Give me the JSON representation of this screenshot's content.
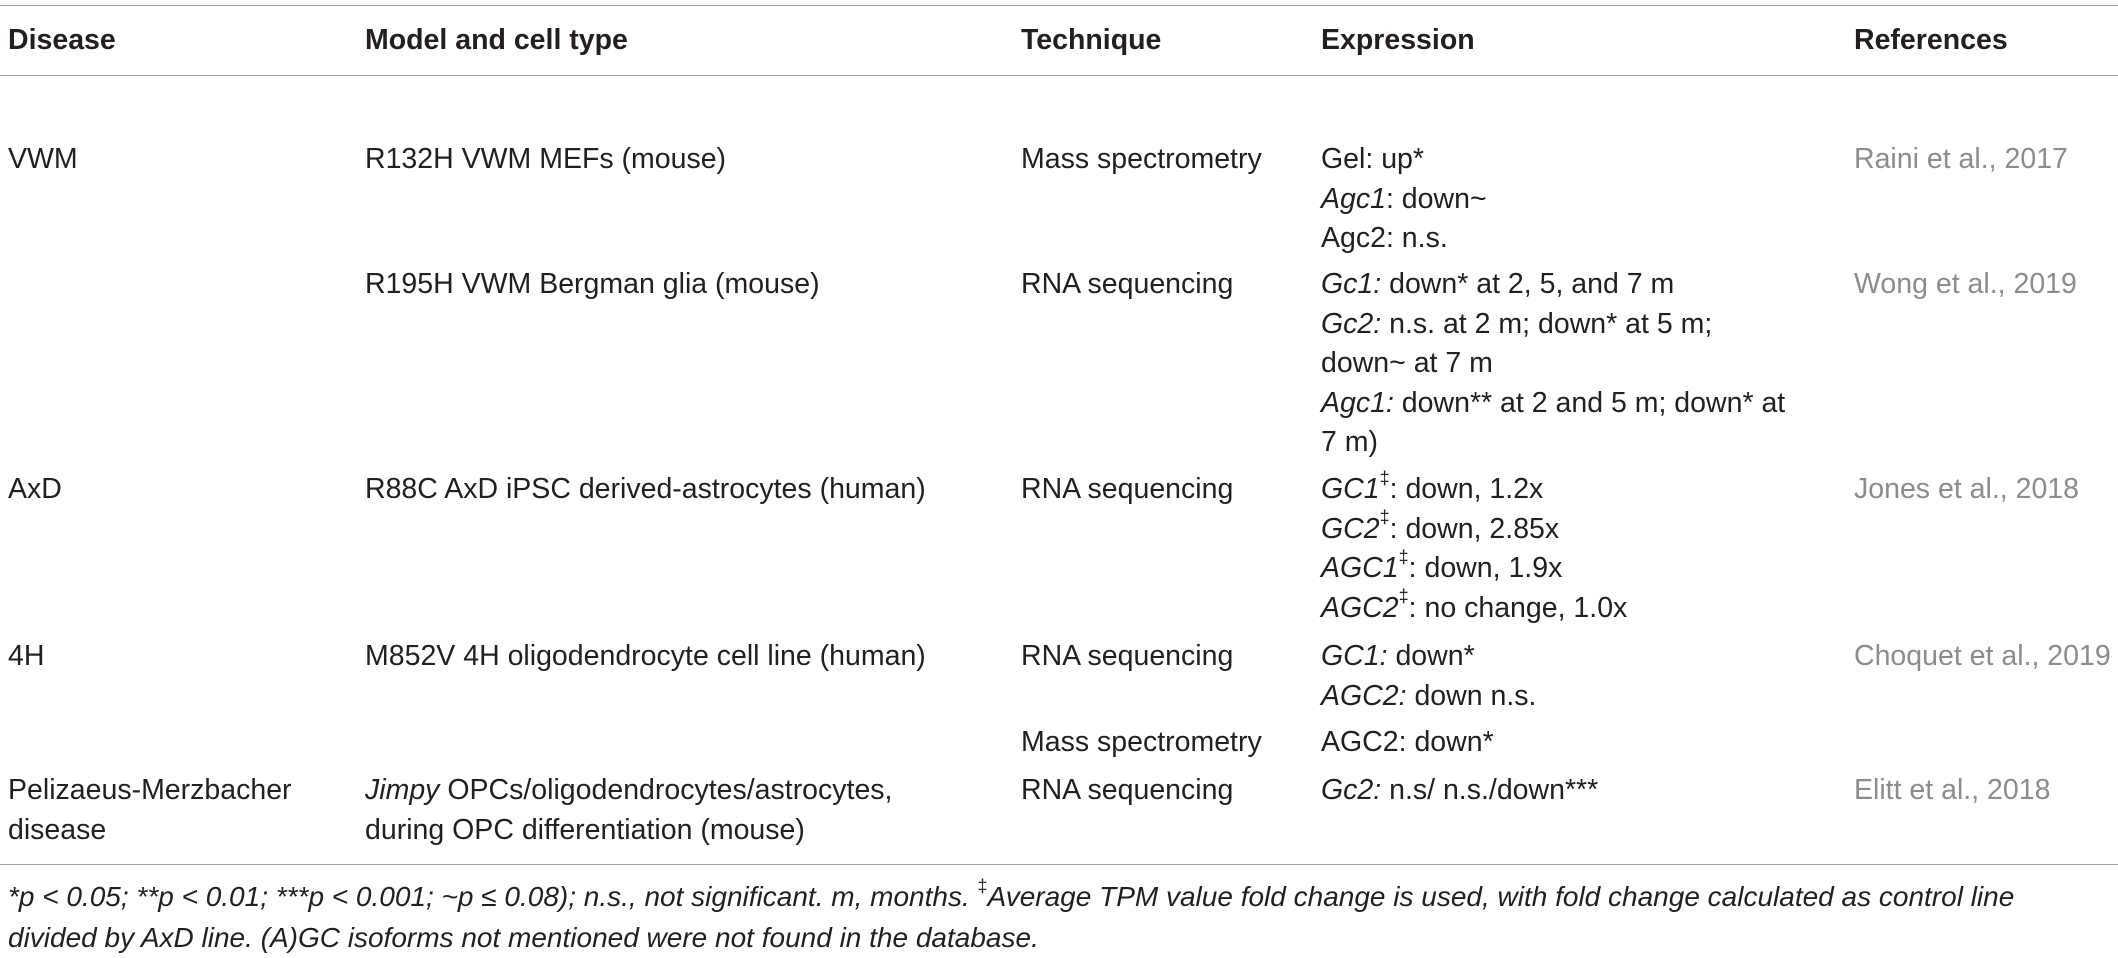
{
  "headers": {
    "disease": "Disease",
    "model": "Model and cell type",
    "technique": "Technique",
    "expression": "Expression",
    "references": "References"
  },
  "rows": [
    {
      "disease": "VWM",
      "model": "R132H VWM MEFs (mouse)",
      "technique": "Mass spectrometry",
      "expr": [
        {
          "gene": "Gel",
          "rest": ": up*",
          "gene_italic": false
        },
        {
          "gene": "Agc1",
          "rest": ": down~",
          "gene_italic": true
        },
        {
          "gene": "Agc2",
          "rest": ": n.s.",
          "gene_italic": false
        }
      ],
      "reference": "Raini et al., 2017"
    },
    {
      "disease": "",
      "model": "R195H VWM Bergman glia (mouse)",
      "technique": "RNA sequencing",
      "expr": [
        {
          "gene": "Gc1:",
          "rest": " down* at 2, 5, and 7 m",
          "gene_italic": true
        },
        {
          "gene": "Gc2:",
          "rest": " n.s. at 2 m; down* at 5 m;",
          "gene_italic": true
        },
        {
          "gene": "",
          "rest": "down~ at 7 m",
          "gene_italic": false
        },
        {
          "gene": "Agc1:",
          "rest": " down** at 2 and 5 m; down* at",
          "gene_italic": true
        },
        {
          "gene": "",
          "rest": "7 m)",
          "gene_italic": false
        }
      ],
      "reference": "Wong et al., 2019"
    },
    {
      "disease": "AxD",
      "model": "R88C AxD iPSC derived-astrocytes (human)",
      "technique": "RNA sequencing",
      "expr": [
        {
          "gene": "GC1",
          "sup": "‡",
          "rest": ": down, 1.2x"
        },
        {
          "gene": "GC2",
          "sup": "‡",
          "rest": ": down, 2.85x"
        },
        {
          "gene": "AGC1",
          "sup": "‡",
          "rest": ": down, 1.9x"
        },
        {
          "gene": "AGC2",
          "sup": "‡",
          "rest": ": no change, 1.0x"
        }
      ],
      "reference": "Jones et al., 2018"
    },
    {
      "disease": "4H",
      "model": "M852V 4H oligodendrocyte cell line (human)",
      "technique": "RNA sequencing",
      "technique2": "Mass spectrometry",
      "expr": [
        {
          "gene": "GC1:",
          "rest": " down*",
          "gene_italic": true
        },
        {
          "gene": "AGC2:",
          "rest": " down n.s.",
          "gene_italic": true
        },
        {
          "gene": "AGC2",
          "rest": ": down*",
          "gene_italic": false
        }
      ],
      "reference": "Choquet et al., 2019"
    },
    {
      "disease_line1": "Pelizaeus-Merzbacher",
      "disease_line2": "disease",
      "model_italic": "Jimpy",
      "model_line1_rest": " OPCs/oligodendrocytes/astrocytes,",
      "model_line2": "during OPC differentiation (mouse)",
      "technique": "RNA sequencing",
      "expr": [
        {
          "gene": "Gc2:",
          "rest": " n.s/ n.s./down***",
          "gene_italic": true
        }
      ],
      "reference": "Elitt et al., 2018"
    }
  ],
  "footnote": {
    "part1": "*p < 0.05; **p < 0.01; ***p < 0.001; ~p ≤ 0.08); n.s., not significant. m, months. ",
    "sup": "‡",
    "part2": "Average TPM value fold change is used, with fold change calculated as control line",
    "line2": "divided by AxD line. (A)GC isoforms not mentioned were not found in the database."
  }
}
